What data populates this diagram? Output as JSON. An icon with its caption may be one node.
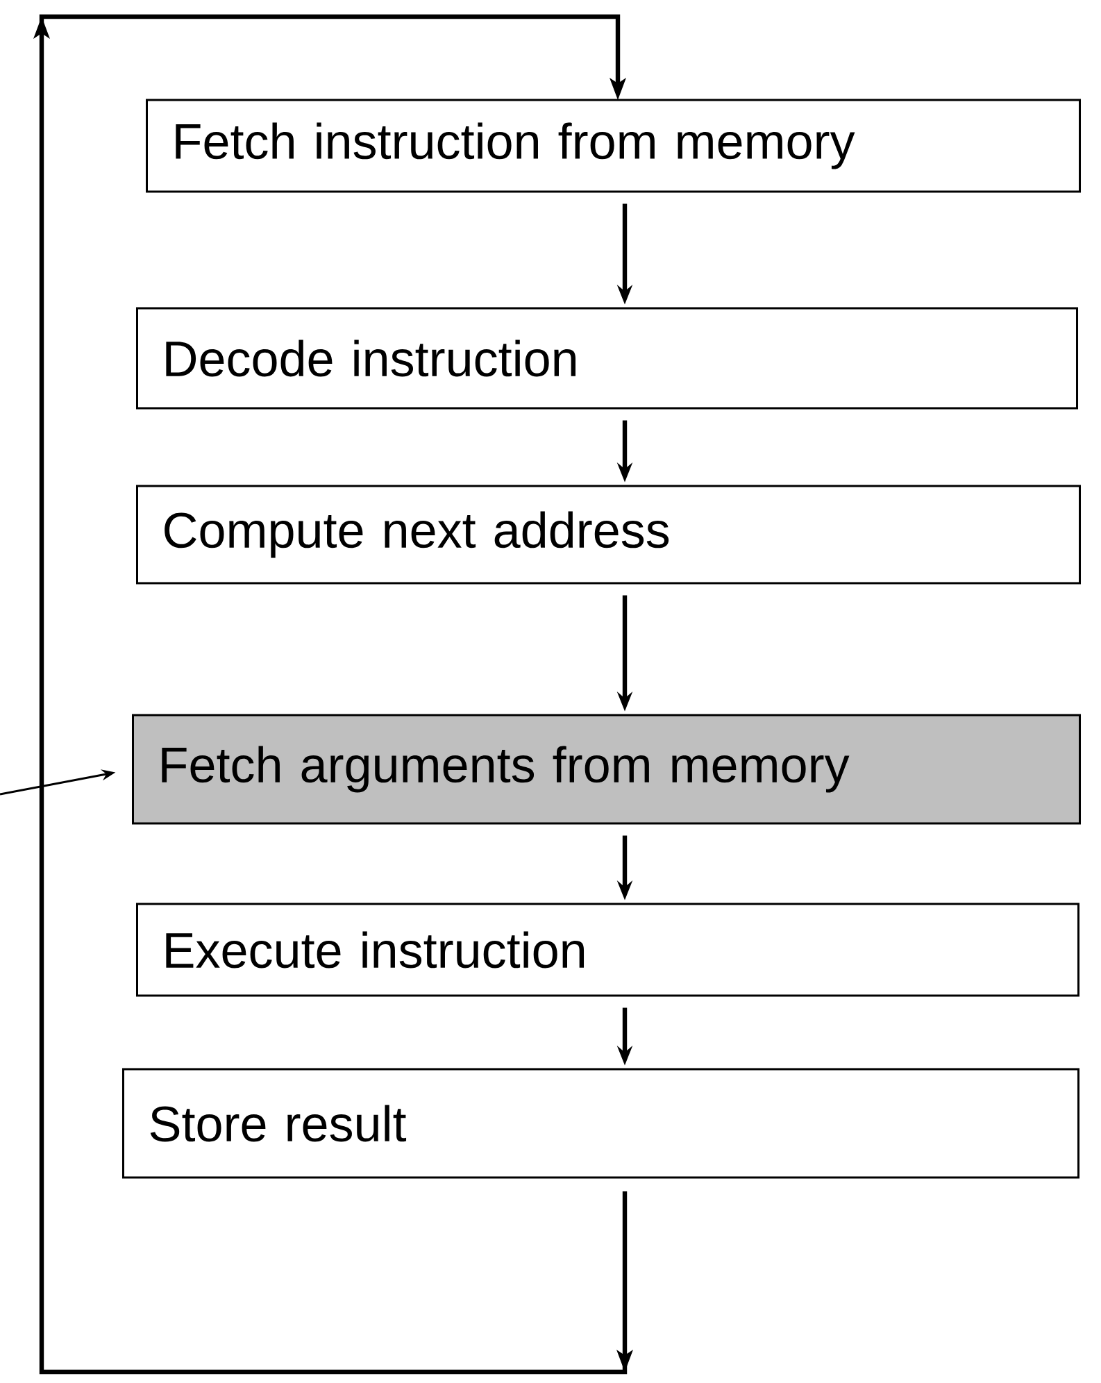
{
  "diagram": {
    "nodes": [
      {
        "text": [
          "Fetch instruction from memory"
        ]
      },
      {
        "text": [
          "Decode instruction"
        ]
      },
      {
        "text": [
          "Compute next address"
        ]
      },
      {
        "text": [
          "Fetch arguments from memory"
        ]
      },
      {
        "text": [
          "Execute instruction"
        ]
      },
      {
        "text": [
          "Store result"
        ]
      }
    ],
    "edges": [
      {
        "from": 0,
        "to": 1,
        "arrow": "to"
      },
      {
        "from": 1,
        "to": 2,
        "arrow": "to"
      },
      {
        "from": 2,
        "to": 3,
        "arrow": "to"
      },
      {
        "from": 3,
        "to": 4,
        "arrow": "to"
      },
      {
        "from": 4,
        "to": 5,
        "arrow": "to"
      },
      {
        "from": 5,
        "to": 0,
        "arrow": "to"
      },
      {
        "from": null,
        "to": 3,
        "arrow": "to"
      }
    ]
  }
}
